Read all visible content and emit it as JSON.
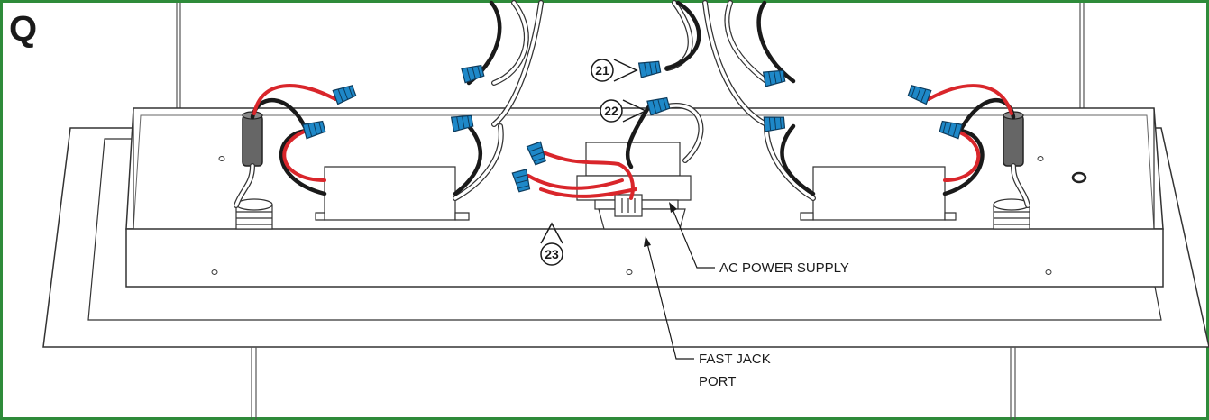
{
  "figure": {
    "step_letter": "Q",
    "callouts": [
      {
        "id": "21",
        "label": "21"
      },
      {
        "id": "22",
        "label": "22"
      },
      {
        "id": "23",
        "label": "23"
      }
    ],
    "labels": {
      "ac_power_supply": "AC POWER SUPPLY",
      "fast_jack_line1": "FAST JACK",
      "fast_jack_line2": "PORT"
    },
    "colors": {
      "frame_border": "#2e8b3a",
      "wire_red": "#d9262b",
      "wire_black": "#1a1a1a",
      "wire_white": "#ffffff",
      "wire_nut_blue": "#1e88c8",
      "line_art": "#333333"
    },
    "icons": [
      "wire-nut-icon",
      "ferrite-choke-icon",
      "screw-icon",
      "arrow-icon"
    ]
  }
}
